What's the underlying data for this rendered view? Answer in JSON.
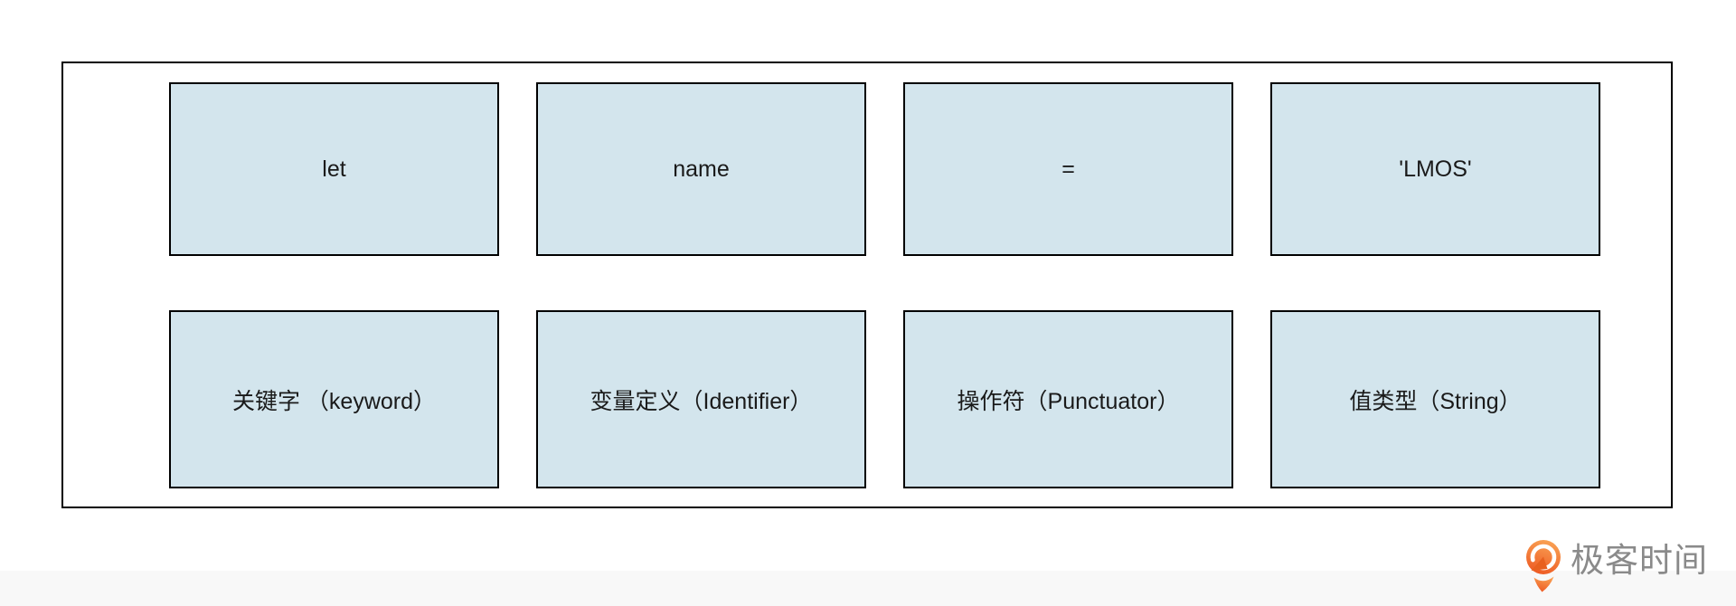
{
  "page": {
    "background": "#ffffff"
  },
  "diagram": {
    "frame_border_color": "#000000",
    "box_fill_color": "#d3e5ed",
    "box_border_color": "#000000",
    "text_color": "#1a1a1a",
    "tokens": [
      {
        "label": "let"
      },
      {
        "label": "name"
      },
      {
        "label": "="
      },
      {
        "label": "'LMOS'"
      }
    ],
    "token_types": [
      {
        "label": "关键字 （keyword）"
      },
      {
        "label": "变量定义（Identifier）"
      },
      {
        "label": "操作符（Punctuator）"
      },
      {
        "label": "值类型（String）"
      }
    ]
  },
  "footer": {
    "band_color": "#f8f8f8",
    "brand_name": "极客时间",
    "brand_text_color": "#8a8a8a",
    "logo_icon": "geektime-pin-icon",
    "logo_orange_light": "#f9a254",
    "logo_orange_dark": "#ee5a23"
  }
}
